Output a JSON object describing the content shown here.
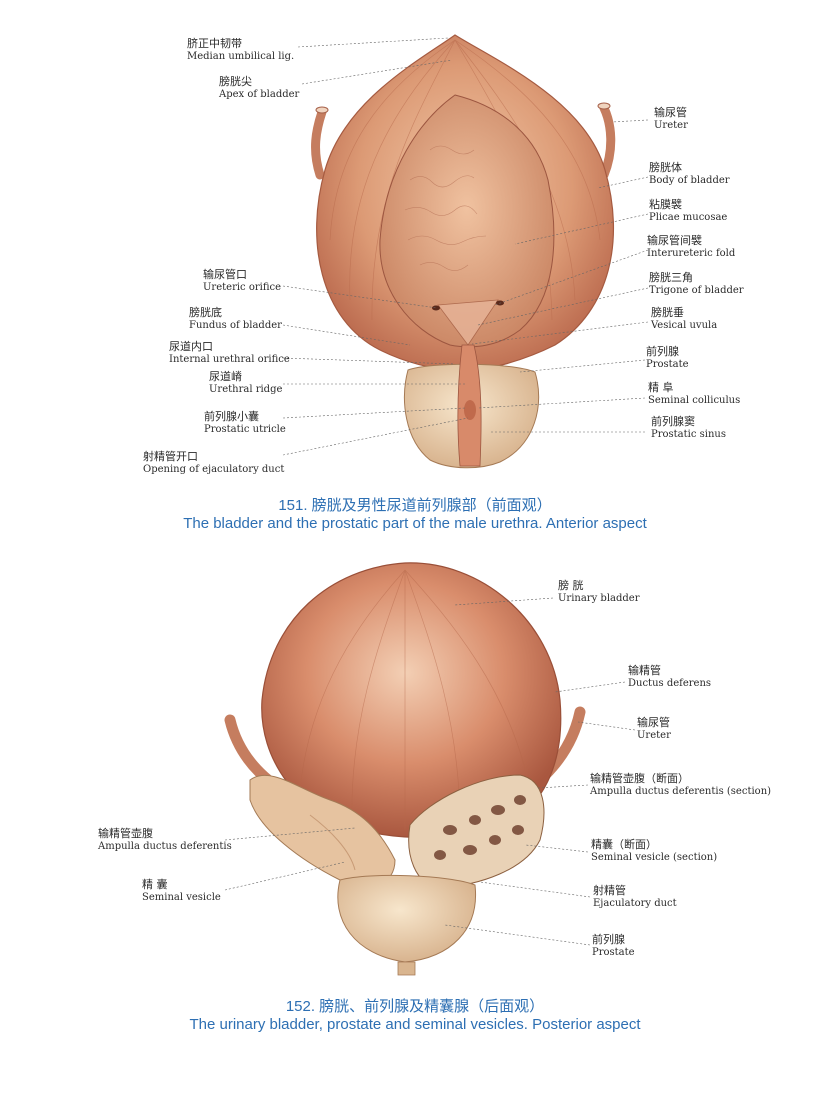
{
  "figure1": {
    "caption_zh": "151. 膀胱及男性尿道前列腺部（前面观）",
    "caption_en": "The bladder and the prostatic part of the male urethra. Anterior aspect",
    "labels": [
      {
        "zh": "脐正中韧带",
        "en": "Median umbilical lig."
      },
      {
        "zh": "膀胱尖",
        "en": "Apex of bladder"
      },
      {
        "zh": "输尿管口",
        "en": "Ureteric orifice"
      },
      {
        "zh": "膀胱底",
        "en": "Fundus of bladder"
      },
      {
        "zh": "尿道内口",
        "en": "Internal urethral orifice"
      },
      {
        "zh": "尿道嵴",
        "en": "Urethral ridge"
      },
      {
        "zh": "前列腺小囊",
        "en": "Prostatic utricle"
      },
      {
        "zh": "射精管开口",
        "en": "Opening of ejaculatory duct"
      },
      {
        "zh": "输尿管",
        "en": "Ureter"
      },
      {
        "zh": "膀胱体",
        "en": "Body of bladder"
      },
      {
        "zh": "粘膜襞",
        "en": "Plicae mucosae"
      },
      {
        "zh": "输尿管间襞",
        "en": "Interureteric fold"
      },
      {
        "zh": "膀胱三角",
        "en": "Trigone of bladder"
      },
      {
        "zh": "膀胱垂",
        "en": "Vesical uvula"
      },
      {
        "zh": "前列腺",
        "en": "Prostate"
      },
      {
        "zh": "精 阜",
        "en": "Seminal colliculus"
      },
      {
        "zh": "前列腺窦",
        "en": "Prostatic sinus"
      }
    ]
  },
  "figure2": {
    "caption_zh": "152. 膀胱、前列腺及精囊腺（后面观）",
    "caption_en": "The urinary bladder, prostate and seminal vesicles. Posterior aspect",
    "labels": [
      {
        "zh": "膀 胱",
        "en": "Urinary bladder"
      },
      {
        "zh": "输精管",
        "en": "Ductus deferens"
      },
      {
        "zh": "输尿管",
        "en": "Ureter"
      },
      {
        "zh": "输精管壶腹（断面）",
        "en": "Ampulla ductus deferentis (section)"
      },
      {
        "zh": "精囊（断面）",
        "en": "Seminal vesicle (section)"
      },
      {
        "zh": "射精管",
        "en": "Ejaculatory duct"
      },
      {
        "zh": "前列腺",
        "en": "Prostate"
      },
      {
        "zh": "输精管壶腹",
        "en": "Ampulla ductus deferentis"
      },
      {
        "zh": "精 囊",
        "en": "Seminal vesicle"
      }
    ]
  },
  "colors": {
    "caption": "#2d6fb3",
    "tissue_light": "#f0c9a6",
    "tissue_mid": "#d9976f",
    "tissue_dark": "#b9664a",
    "mucosa": "#e3ad8a",
    "prostate": "#ecd3b0",
    "leader": "#666666"
  }
}
